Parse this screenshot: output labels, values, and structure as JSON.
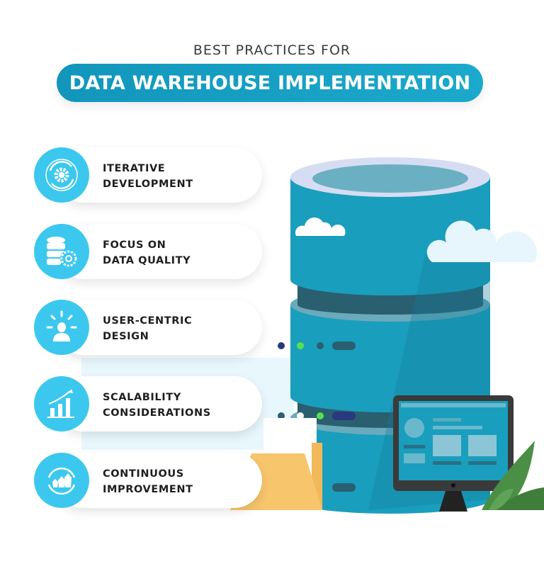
{
  "header": {
    "subtitle": "BEST PRACTICES FOR",
    "title": "DATA WAREHOUSE IMPLEMENTATION"
  },
  "practices": [
    {
      "line1": "ITERATIVE",
      "line2": "DEVELOPMENT",
      "icon": "gear-cycle-icon"
    },
    {
      "line1": "FOCUS ON",
      "line2": "DATA QUALITY",
      "icon": "database-gear-icon"
    },
    {
      "line1": "USER-CENTRIC",
      "line2": "DESIGN",
      "icon": "user-idea-icon"
    },
    {
      "line1": "SCALABILITY",
      "line2": "CONSIDERATIONS",
      "icon": "growth-chart-icon"
    },
    {
      "line1": "CONTINUOUS",
      "line2": "IMPROVEMENT",
      "icon": "improvement-cycle-icon"
    }
  ],
  "colors": {
    "banner": "#1aa3c7",
    "icon_circle": "#3cc8ee",
    "cylinder": "#1a9ebd",
    "cylinder_dark": "#2a5f70",
    "folder": "#f7c56b",
    "plant": "#4a8f45"
  }
}
